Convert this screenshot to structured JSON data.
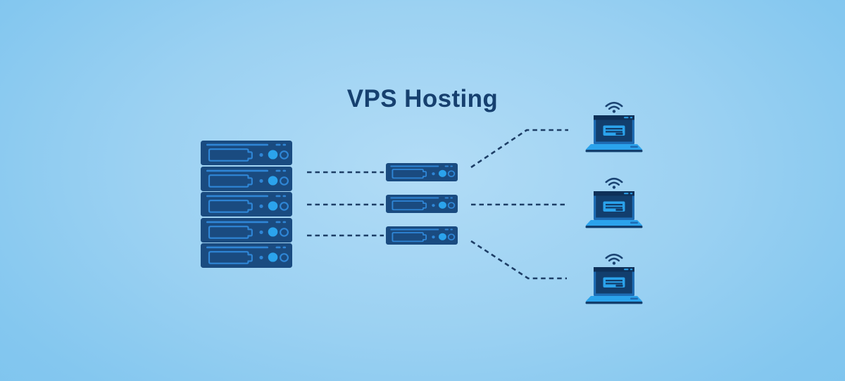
{
  "title": "VPS Hosting",
  "diagram": {
    "main_rack": {
      "description": "dedicated physical server rack",
      "unit_count": 5
    },
    "vps_nodes": {
      "description": "virtual private server units",
      "count": 3
    },
    "clients": {
      "description": "client laptops with wifi",
      "count": 3
    },
    "connections": {
      "rack_to_vps_lines": 3,
      "vps_to_client_lines": 3,
      "line_style": "dashed"
    }
  },
  "colors": {
    "background_center": "#b2dcf6",
    "background_edge": "#7cc3ee",
    "title_text": "#16406f",
    "server_body": "#1a4b80",
    "server_detail_line": "#2f86d6",
    "indicator_bright": "#2ba3ec",
    "laptop_frame": "#1e6cb4",
    "laptop_screen": "#123e6d",
    "laptop_base": "#2ba3ec",
    "wifi_icon": "#1a4372",
    "connector_dash": "#1d3e66"
  }
}
